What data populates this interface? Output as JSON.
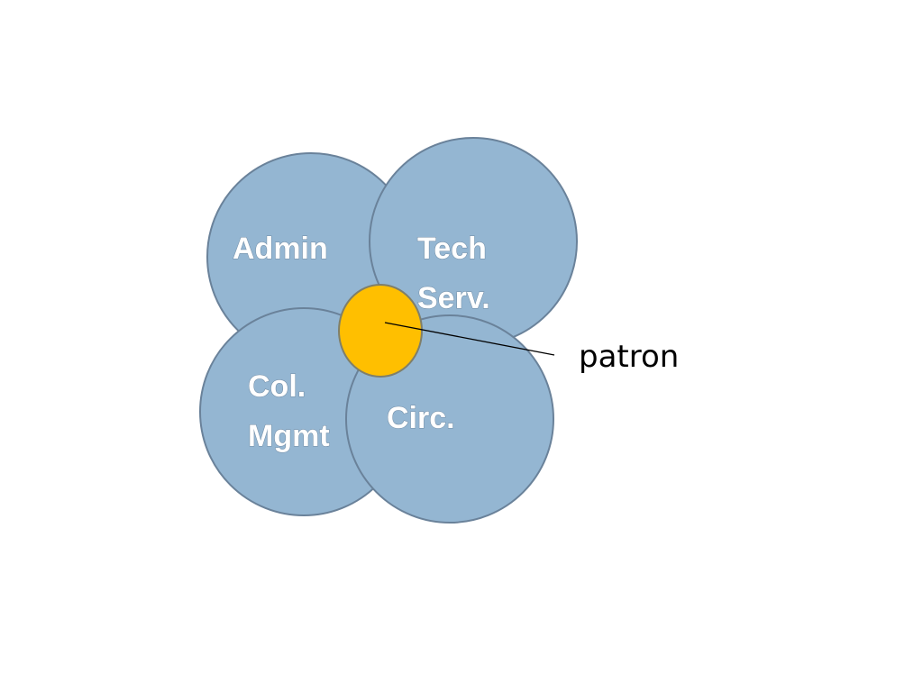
{
  "diagram": {
    "circles": [
      {
        "id": "admin",
        "lines": [
          "Admin"
        ]
      },
      {
        "id": "tech-serv",
        "lines": [
          "Tech",
          "Serv."
        ]
      },
      {
        "id": "col-mgmt",
        "lines": [
          "Col.",
          "Mgmt"
        ]
      },
      {
        "id": "circ",
        "lines": [
          "Circ."
        ]
      }
    ],
    "center": {
      "id": "patron"
    },
    "callout": {
      "label": "patron"
    },
    "colors": {
      "circle_fill": "#94b6d2",
      "circle_stroke": "#6a829a",
      "center_fill": "#ffbf00",
      "center_stroke": "#7f7f6a",
      "line": "#000000"
    }
  }
}
